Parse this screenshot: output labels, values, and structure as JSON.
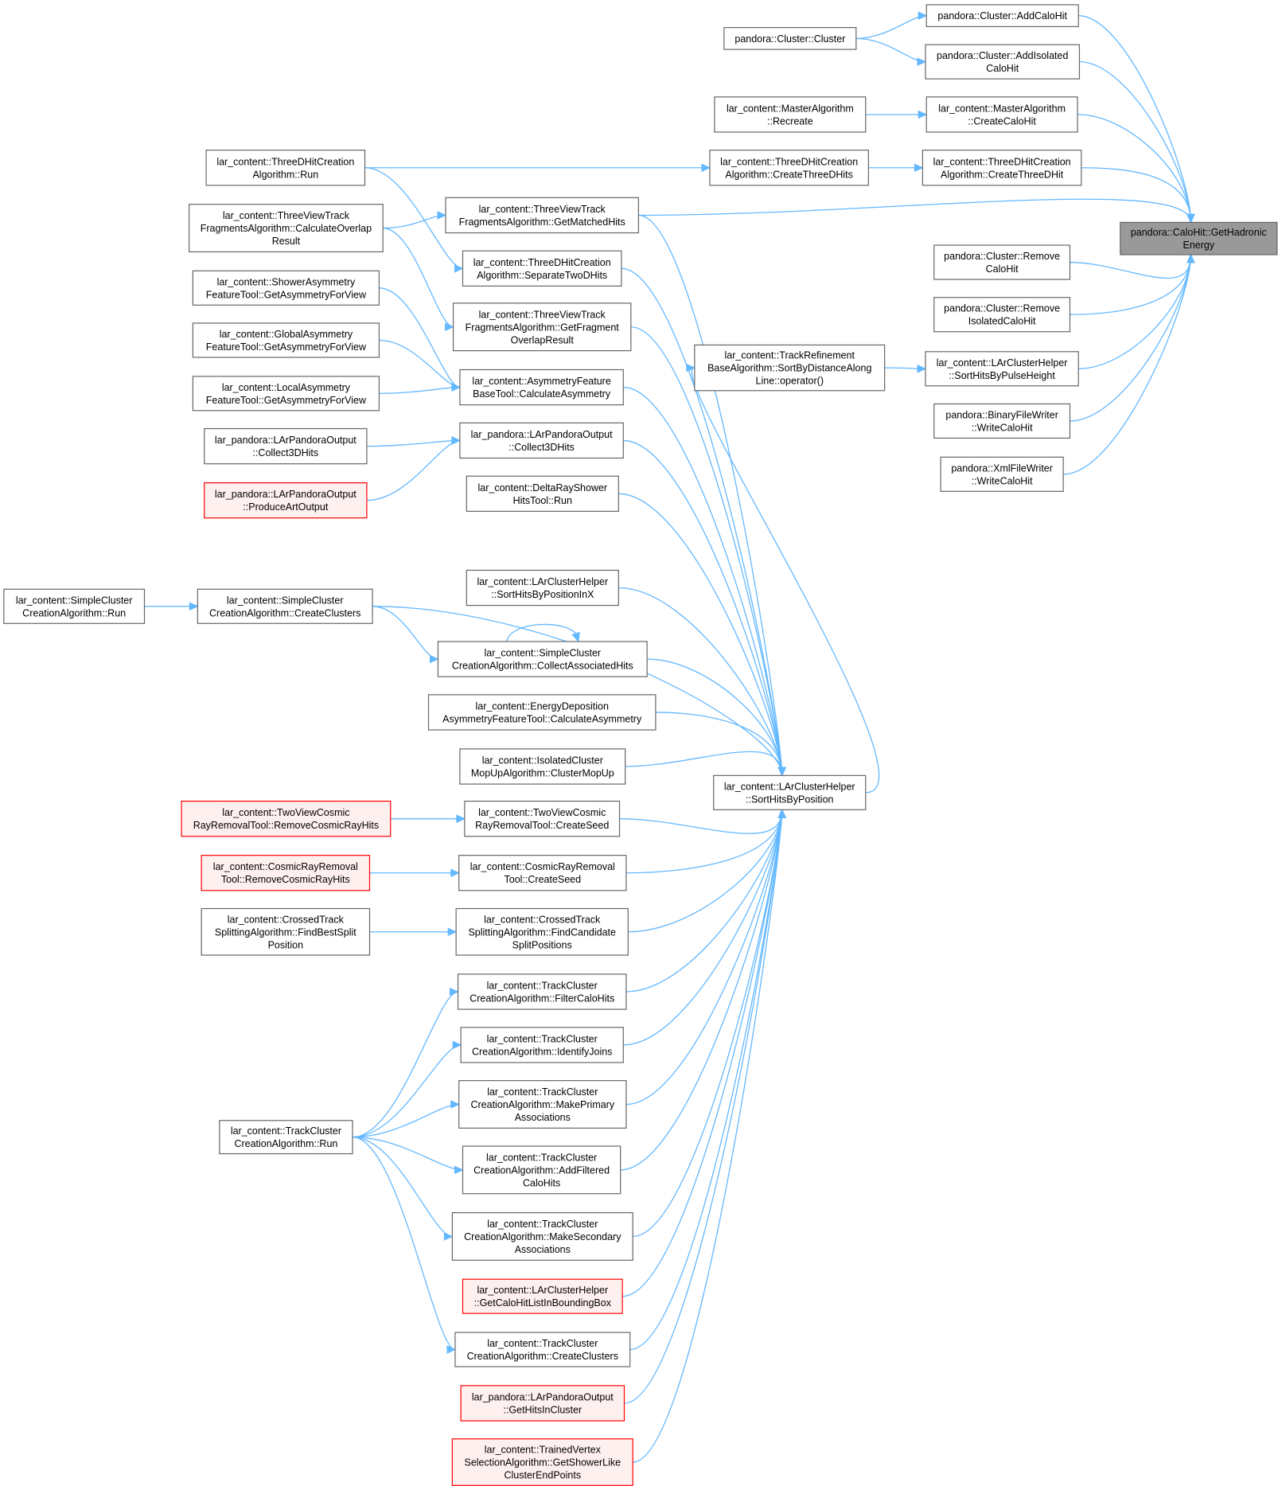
{
  "colors": {
    "node_fill": "#ffffff",
    "node_stroke": "#666666",
    "root_fill": "#999999",
    "root_stroke": "#666666",
    "red_fill": "#fff0f0",
    "red_stroke": "#ff0000",
    "edge": "#63b8ff"
  },
  "nodes": [
    {
      "id": "root",
      "lines": [
        "pandora::CaloHit::GetHadronic",
        "Energy"
      ],
      "style": "root"
    },
    {
      "id": "n1",
      "lines": [
        "pandora::Cluster::AddCaloHit"
      ]
    },
    {
      "id": "n2",
      "lines": [
        "pandora::Cluster::Cluster"
      ]
    },
    {
      "id": "n3",
      "lines": [
        "pandora::Cluster::AddIsolated",
        "CaloHit"
      ]
    },
    {
      "id": "n4",
      "lines": [
        "lar_content::MasterAlgorithm",
        "::Recreate"
      ]
    },
    {
      "id": "n5",
      "lines": [
        "lar_content::MasterAlgorithm",
        "::CreateCaloHit"
      ]
    },
    {
      "id": "n6",
      "lines": [
        "lar_content::ThreeDHitCreation",
        "Algorithm::Run"
      ]
    },
    {
      "id": "n7",
      "lines": [
        "lar_content::ThreeDHitCreation",
        "Algorithm::CreateThreeDHits"
      ]
    },
    {
      "id": "n8",
      "lines": [
        "lar_content::ThreeDHitCreation",
        "Algorithm::CreateThreeDHit"
      ]
    },
    {
      "id": "n9",
      "lines": [
        "lar_content::ThreeViewTrack",
        "FragmentsAlgorithm::CalculateOverlap",
        "Result"
      ]
    },
    {
      "id": "n10",
      "lines": [
        "lar_content::ThreeViewTrack",
        "FragmentsAlgorithm::GetMatchedHits"
      ]
    },
    {
      "id": "n11",
      "lines": [
        "lar_content::ThreeDHitCreation",
        "Algorithm::SeparateTwoDHits"
      ]
    },
    {
      "id": "n12",
      "lines": [
        "pandora::Cluster::Remove",
        "CaloHit"
      ]
    },
    {
      "id": "n13",
      "lines": [
        "lar_content::ShowerAsymmetry",
        "FeatureTool::GetAsymmetryForView"
      ]
    },
    {
      "id": "n14",
      "lines": [
        "lar_content::ThreeViewTrack",
        "FragmentsAlgorithm::GetFragment",
        "OverlapResult"
      ]
    },
    {
      "id": "n15",
      "lines": [
        "pandora::Cluster::Remove",
        "IsolatedCaloHit"
      ]
    },
    {
      "id": "n16",
      "lines": [
        "lar_content::GlobalAsymmetry",
        "FeatureTool::GetAsymmetryForView"
      ]
    },
    {
      "id": "n17",
      "lines": [
        "lar_content::TrackRefinement",
        "BaseAlgorithm::SortByDistanceAlong",
        "Line::operator()"
      ]
    },
    {
      "id": "n18",
      "lines": [
        "lar_content::LArClusterHelper",
        "::SortHitsByPulseHeight"
      ]
    },
    {
      "id": "n19",
      "lines": [
        "lar_content::AsymmetryFeature",
        "BaseTool::CalculateAsymmetry"
      ]
    },
    {
      "id": "n20",
      "lines": [
        "lar_content::LocalAsymmetry",
        "FeatureTool::GetAsymmetryForView"
      ]
    },
    {
      "id": "n21",
      "lines": [
        "pandora::BinaryFileWriter",
        "::WriteCaloHit"
      ]
    },
    {
      "id": "n22",
      "lines": [
        "lar_pandora::LArPandoraOutput",
        "::Collect3DHits"
      ]
    },
    {
      "id": "n23",
      "lines": [
        "lar_pandora::LArPandoraOutput",
        "::Collect3DHits"
      ]
    },
    {
      "id": "n24",
      "lines": [
        "pandora::XmlFileWriter",
        "::WriteCaloHit"
      ]
    },
    {
      "id": "n25",
      "lines": [
        "lar_pandora::LArPandoraOutput",
        "::ProduceArtOutput"
      ],
      "style": "red"
    },
    {
      "id": "n26",
      "lines": [
        "lar_content::DeltaRayShower",
        "HitsTool::Run"
      ]
    },
    {
      "id": "n27",
      "lines": [
        "lar_content::LArClusterHelper",
        "::SortHitsByPositionInX"
      ]
    },
    {
      "id": "n28",
      "lines": [
        "lar_content::SimpleCluster",
        "CreationAlgorithm::Run"
      ]
    },
    {
      "id": "n29",
      "lines": [
        "lar_content::SimpleCluster",
        "CreationAlgorithm::CreateClusters"
      ]
    },
    {
      "id": "n30",
      "lines": [
        "lar_content::SimpleCluster",
        "CreationAlgorithm::CollectAssociatedHits"
      ]
    },
    {
      "id": "n31",
      "lines": [
        "lar_content::EnergyDeposition",
        "AsymmetryFeatureTool::CalculateAsymmetry"
      ]
    },
    {
      "id": "n32",
      "lines": [
        "lar_content::IsolatedCluster",
        "MopUpAlgorithm::ClusterMopUp"
      ]
    },
    {
      "id": "n33",
      "lines": [
        "lar_content::LArClusterHelper",
        "::SortHitsByPosition"
      ]
    },
    {
      "id": "n34",
      "lines": [
        "lar_content::TwoViewCosmic",
        "RayRemovalTool::RemoveCosmicRayHits"
      ],
      "style": "red"
    },
    {
      "id": "n35",
      "lines": [
        "lar_content::TwoViewCosmic",
        "RayRemovalTool::CreateSeed"
      ]
    },
    {
      "id": "n36",
      "lines": [
        "lar_content::CosmicRayRemoval",
        "Tool::RemoveCosmicRayHits"
      ],
      "style": "red"
    },
    {
      "id": "n37",
      "lines": [
        "lar_content::CosmicRayRemoval",
        "Tool::CreateSeed"
      ]
    },
    {
      "id": "n38",
      "lines": [
        "lar_content::CrossedTrack",
        "SplittingAlgorithm::FindBestSplit",
        "Position"
      ]
    },
    {
      "id": "n39",
      "lines": [
        "lar_content::CrossedTrack",
        "SplittingAlgorithm::FindCandidate",
        "SplitPositions"
      ]
    },
    {
      "id": "n40",
      "lines": [
        "lar_content::TrackCluster",
        "CreationAlgorithm::FilterCaloHits"
      ]
    },
    {
      "id": "n41",
      "lines": [
        "lar_content::TrackCluster",
        "CreationAlgorithm::IdentifyJoins"
      ]
    },
    {
      "id": "n42",
      "lines": [
        "lar_content::TrackCluster",
        "CreationAlgorithm::MakePrimary",
        "Associations"
      ]
    },
    {
      "id": "n43",
      "lines": [
        "lar_content::TrackCluster",
        "CreationAlgorithm::Run"
      ]
    },
    {
      "id": "n44",
      "lines": [
        "lar_content::TrackCluster",
        "CreationAlgorithm::AddFiltered",
        "CaloHits"
      ]
    },
    {
      "id": "n45",
      "lines": [
        "lar_content::TrackCluster",
        "CreationAlgorithm::MakeSecondary",
        "Associations"
      ]
    },
    {
      "id": "n46",
      "lines": [
        "lar_content::LArClusterHelper",
        "::GetCaloHitListInBoundingBox"
      ],
      "style": "red"
    },
    {
      "id": "n47",
      "lines": [
        "lar_content::TrackCluster",
        "CreationAlgorithm::CreateClusters"
      ]
    },
    {
      "id": "n48",
      "lines": [
        "lar_pandora::LArPandoraOutput",
        "::GetHitsInCluster"
      ],
      "style": "red"
    },
    {
      "id": "n49",
      "lines": [
        "lar_content::TrainedVertex",
        "SelectionAlgorithm::GetShowerLike",
        "ClusterEndPoints"
      ],
      "style": "red"
    }
  ],
  "edges": [
    [
      "n1",
      "root"
    ],
    [
      "n3",
      "root"
    ],
    [
      "n5",
      "root"
    ],
    [
      "n8",
      "root"
    ],
    [
      "n10",
      "root"
    ],
    [
      "n12",
      "root"
    ],
    [
      "n15",
      "root"
    ],
    [
      "n18",
      "root"
    ],
    [
      "n21",
      "root"
    ],
    [
      "n24",
      "root"
    ],
    [
      "n2",
      "n1"
    ],
    [
      "n2",
      "n3"
    ],
    [
      "n4",
      "n5"
    ],
    [
      "n6",
      "n7"
    ],
    [
      "n7",
      "n8"
    ],
    [
      "n6",
      "n11"
    ],
    [
      "n9",
      "n10"
    ],
    [
      "n9",
      "n14"
    ],
    [
      "n13",
      "n19"
    ],
    [
      "n16",
      "n19"
    ],
    [
      "n20",
      "n19"
    ],
    [
      "n22",
      "n23"
    ],
    [
      "n25",
      "n23"
    ],
    [
      "n17",
      "n18"
    ],
    [
      "n33",
      "n17"
    ],
    [
      "n28",
      "n29"
    ],
    [
      "n29",
      "n30"
    ],
    [
      "n30",
      "n30"
    ],
    [
      "n34",
      "n35"
    ],
    [
      "n36",
      "n37"
    ],
    [
      "n38",
      "n39"
    ],
    [
      "n43",
      "n40"
    ],
    [
      "n43",
      "n41"
    ],
    [
      "n43",
      "n42"
    ],
    [
      "n43",
      "n44"
    ],
    [
      "n43",
      "n45"
    ],
    [
      "n43",
      "n47"
    ],
    [
      "n10",
      "n33"
    ],
    [
      "n11",
      "n33"
    ],
    [
      "n14",
      "n33"
    ],
    [
      "n19",
      "n33"
    ],
    [
      "n23",
      "n33"
    ],
    [
      "n26",
      "n33"
    ],
    [
      "n27",
      "n33"
    ],
    [
      "n29",
      "n33"
    ],
    [
      "n30",
      "n33"
    ],
    [
      "n31",
      "n33"
    ],
    [
      "n32",
      "n33"
    ],
    [
      "n35",
      "n33"
    ],
    [
      "n37",
      "n33"
    ],
    [
      "n39",
      "n33"
    ],
    [
      "n40",
      "n33"
    ],
    [
      "n41",
      "n33"
    ],
    [
      "n42",
      "n33"
    ],
    [
      "n44",
      "n33"
    ],
    [
      "n45",
      "n33"
    ],
    [
      "n46",
      "n33"
    ],
    [
      "n47",
      "n33"
    ],
    [
      "n48",
      "n33"
    ],
    [
      "n49",
      "n33"
    ]
  ]
}
